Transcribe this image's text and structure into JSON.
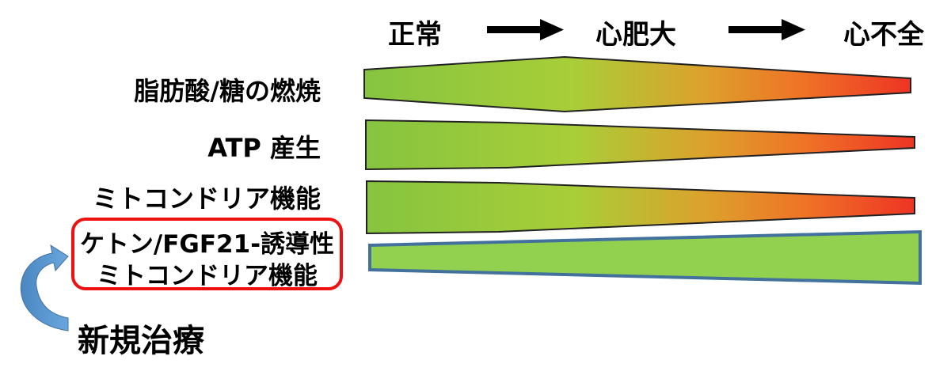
{
  "stages": [
    "正常",
    "心肥大",
    "心不全"
  ],
  "rows": [
    {
      "label": "脂肪酸/糖の燃焼"
    },
    {
      "label": "ATP 産生"
    },
    {
      "label": "ミトコンドリア機能"
    }
  ],
  "highlight": {
    "line1": "ケトン/FGF21-誘導性",
    "line2": "ミトコンドリア機能"
  },
  "therapy_label": "新規治療",
  "colors": {
    "green": "#8cc63f",
    "yellow_green": "#a6ce39",
    "orange": "#e8862a",
    "red": "#ee3424",
    "blue_border": "#41719c",
    "flat_green": "#92d050",
    "box_red": "#ee1111",
    "arrow_blue": "#5b9bd5"
  }
}
